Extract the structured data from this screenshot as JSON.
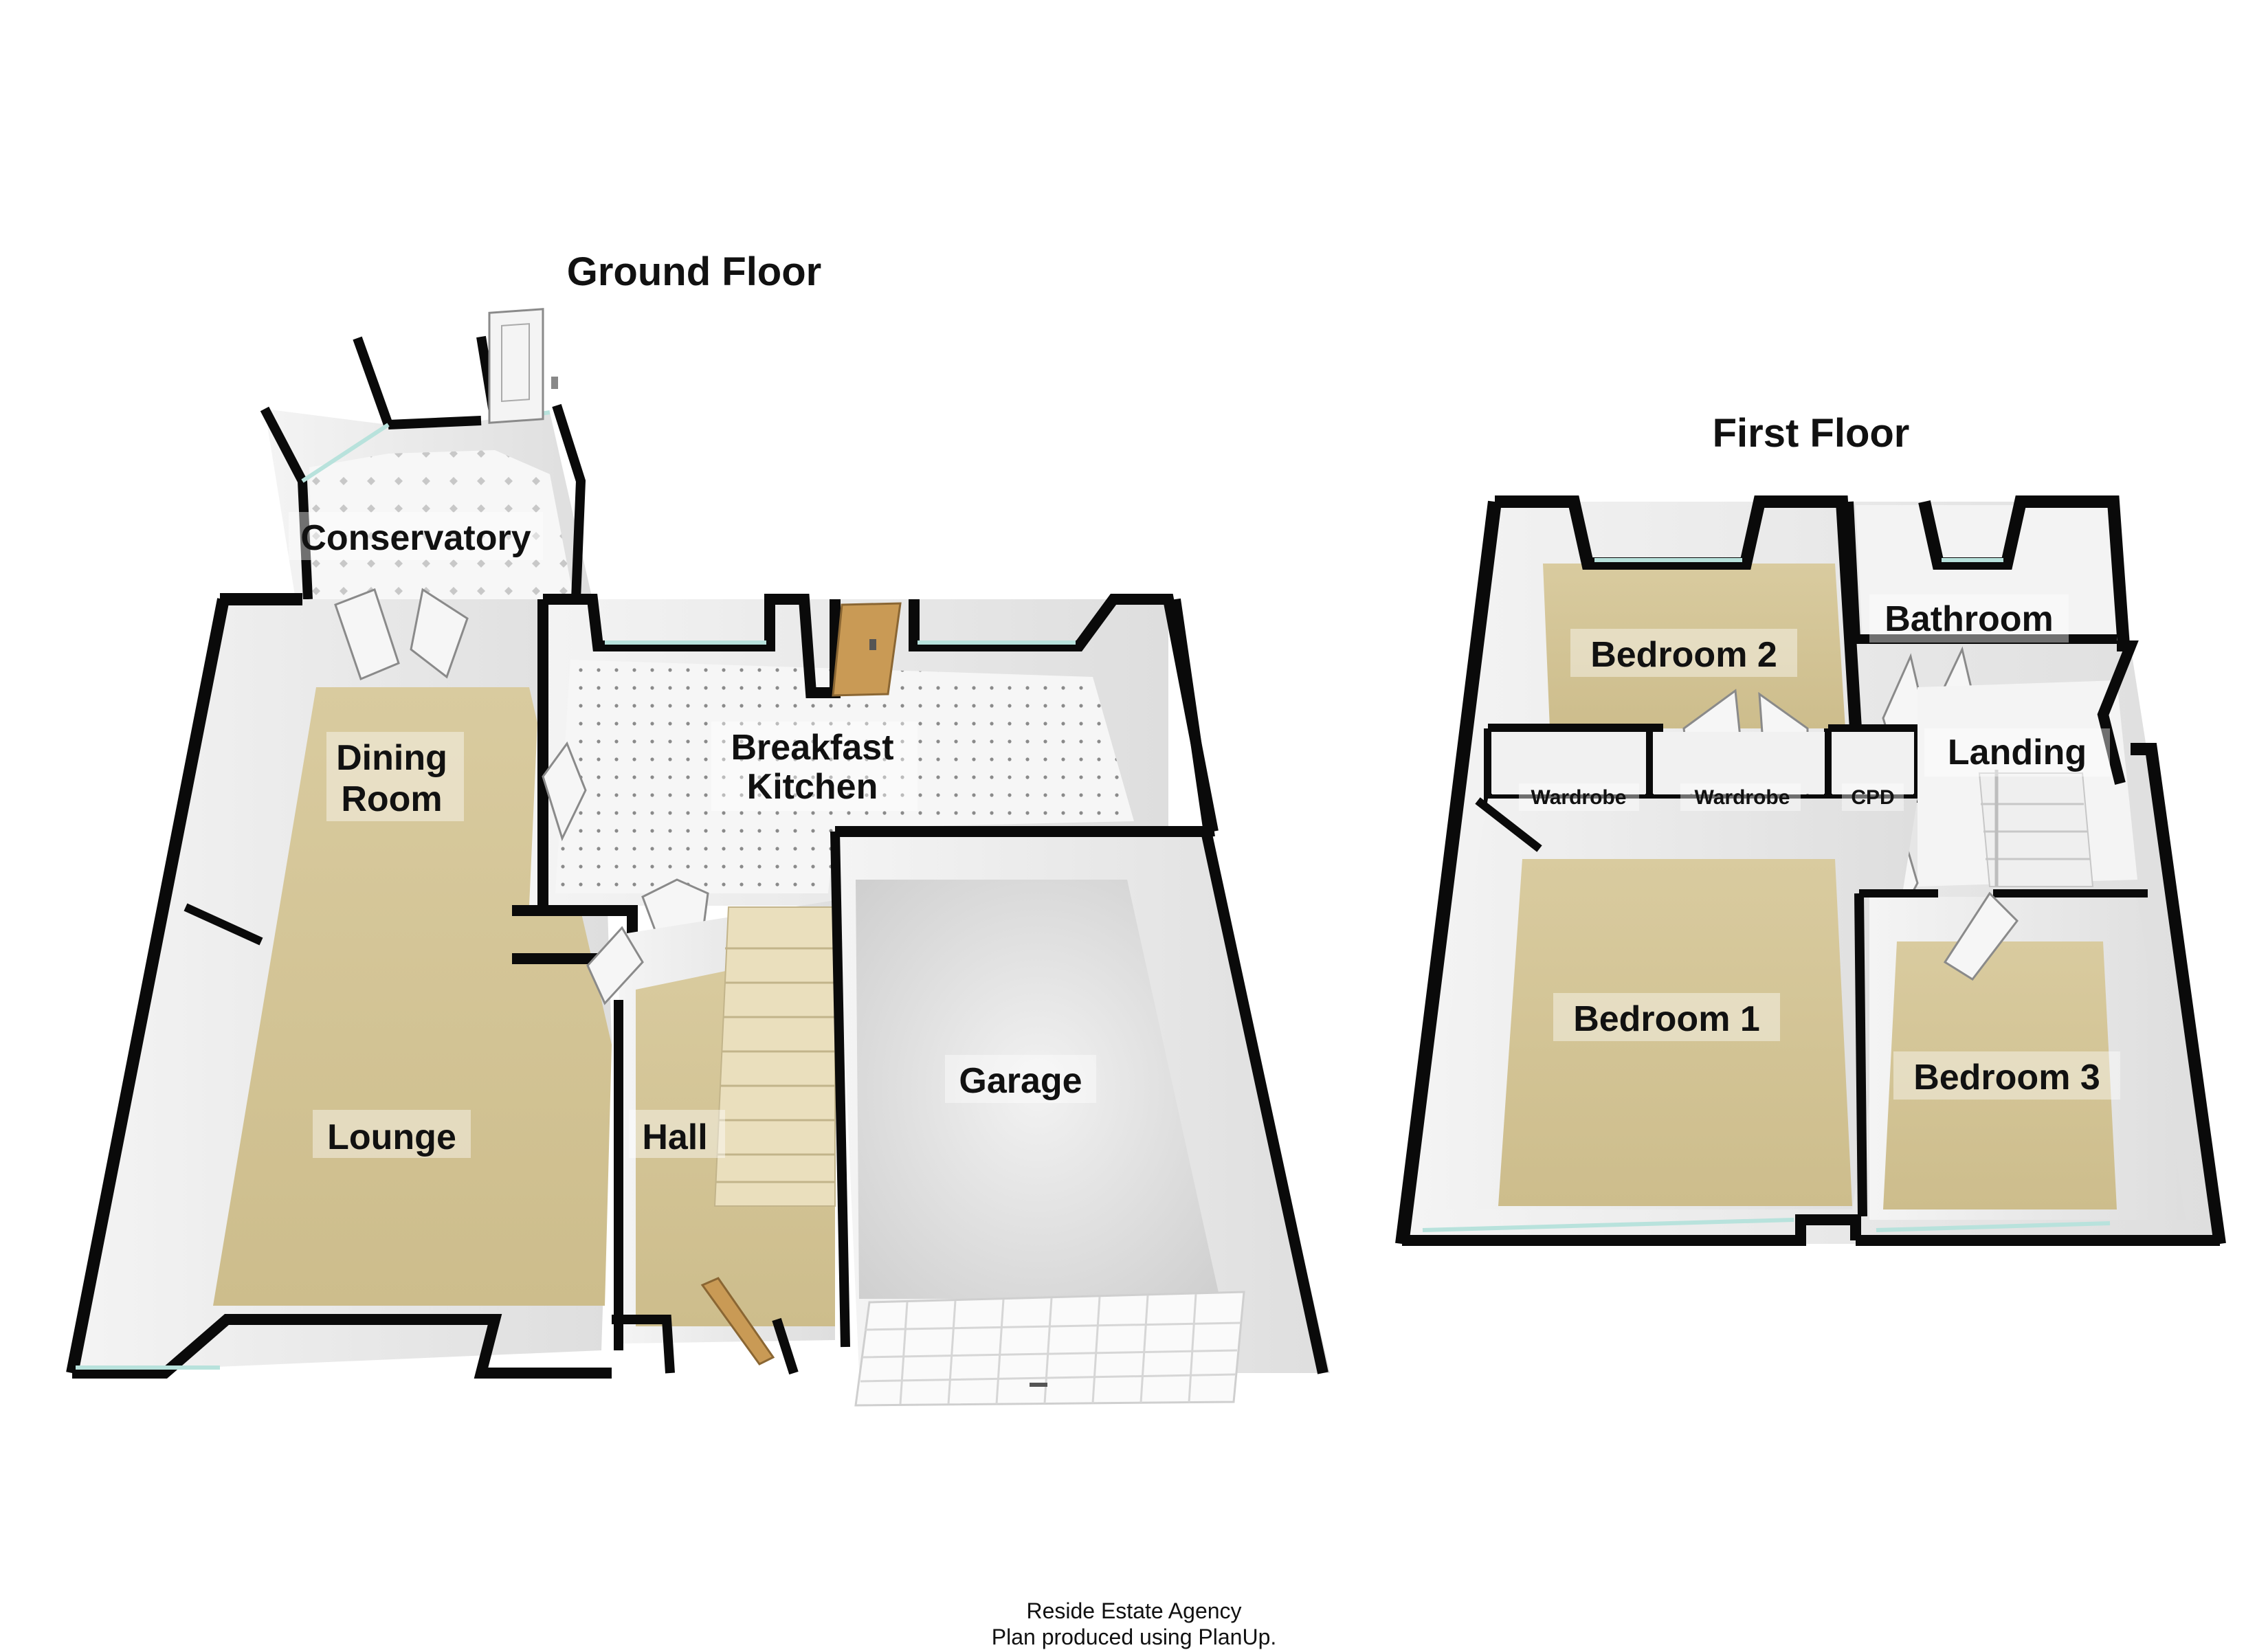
{
  "ground_floor": {
    "title": "Ground Floor",
    "rooms": {
      "conservatory": "Conservatory",
      "dining_room_line1": "Dining",
      "dining_room_line2": "Room",
      "breakfast_kitchen_line1": "Breakfast",
      "breakfast_kitchen_line2": "Kitchen",
      "lounge": "Lounge",
      "hall": "Hall",
      "garage": "Garage"
    }
  },
  "first_floor": {
    "title": "First Floor",
    "rooms": {
      "bedroom_2": "Bedroom 2",
      "bathroom": "Bathroom",
      "landing": "Landing",
      "wardrobe_1": "Wardrobe",
      "wardrobe_2": "Wardrobe",
      "cpd": "CPD",
      "bedroom_1": "Bedroom 1",
      "bedroom_3": "Bedroom 3"
    }
  },
  "footer": {
    "agency": "Reside Estate Agency",
    "credit": "Plan produced using PlanUp."
  },
  "colors": {
    "wall": "#0a0a0a",
    "carpet": "#d5c698",
    "kitchen_floor": "#f4f4f4",
    "garage_floor": "#dcdcdc",
    "inner_wall": "#ffffff",
    "window": "#b8e2dc",
    "door_wood": "#c99a55"
  }
}
